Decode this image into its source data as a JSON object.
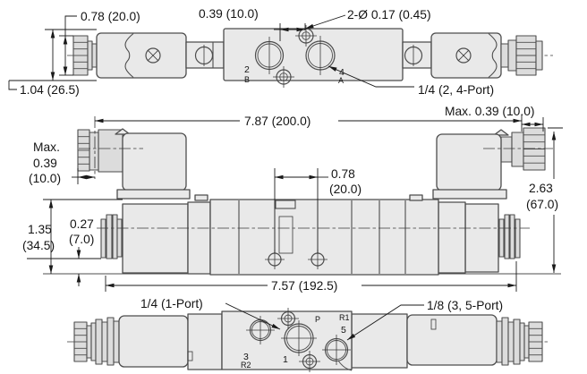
{
  "drawing": {
    "colors": {
      "body_fill": "#e9e9e9",
      "rib_fill": "#dcdcdc",
      "line": "#4d4d4d",
      "dim": "#1a1a1a"
    },
    "top_view": {
      "dim_connector_height": "0.78 (20.0)",
      "dim_hole_offset": "0.39 (10.0)",
      "dim_mount_holes": "2-Ø 0.17 (0.45)",
      "dim_body_height": "1.04 (26.5)",
      "port_callout": "1/4 (2, 4-Port)",
      "port_2": "2",
      "port_2_alt": "B",
      "port_4": "4",
      "port_4_alt": "A"
    },
    "front_view": {
      "dim_overall_length": "7.87 (200.0)",
      "dim_connector_max_right": "Max. 0.39 (10.0)",
      "dim_connector_max_left": [
        "Max.",
        "0.39",
        "(10.0)"
      ],
      "dim_hole_pitch": [
        "0.78",
        "(20.0)"
      ],
      "dim_overall_height": [
        "2.63",
        "(67.0)"
      ],
      "dim_body_height": [
        "1.35",
        "(34.5)"
      ],
      "dim_port_height": [
        "0.27",
        "(7.0)"
      ],
      "dim_body_length": "7.57 (192.5)"
    },
    "bottom_view": {
      "port_1_callout": "1/4 (1-Port)",
      "port_35_callout": "1/8 (3, 5-Port)",
      "port_3": "3",
      "port_3_alt": "R2",
      "port_1": "1",
      "port_p": "P",
      "port_r1": "R1",
      "port_5": "5"
    }
  }
}
